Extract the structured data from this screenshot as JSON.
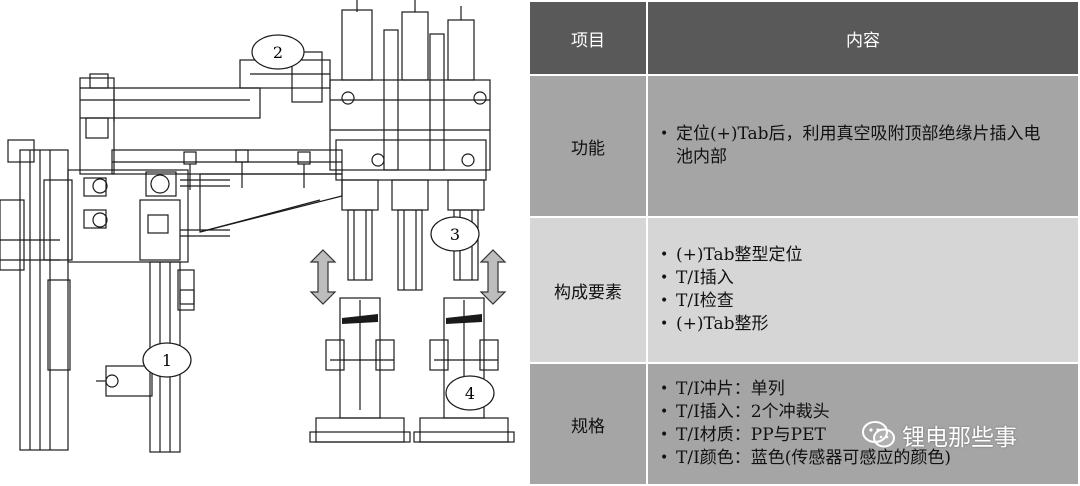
{
  "drawing": {
    "callouts": [
      "1",
      "2",
      "3",
      "4"
    ]
  },
  "table": {
    "header": {
      "item": "项目",
      "content": "内容"
    },
    "rows": [
      {
        "label": "功能",
        "lines": [
          "定位(+)Tab后，利用真空吸附顶部绝缘片插入电池内部"
        ]
      },
      {
        "label": "构成要素",
        "lines": [
          "(+)Tab整型定位",
          "T/I插入",
          "T/I检查",
          "(+)Tab整形"
        ]
      },
      {
        "label": "规格",
        "lines": [
          "T/I冲片：单列",
          "T/I插入：2个冲裁头",
          "T/I材质：PP与PET",
          "T/I颜色：蓝色(传感器可感应的颜色)"
        ]
      }
    ]
  },
  "watermark": {
    "text": "锂电那些事",
    "icon": "wechat-icon"
  }
}
